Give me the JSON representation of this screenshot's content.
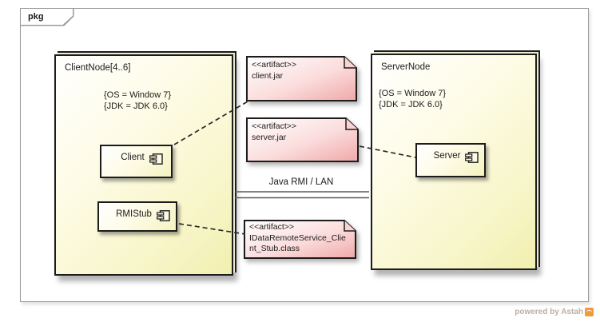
{
  "diagram": {
    "frame_label": "pkg",
    "connection_label": "Java RMI / LAN"
  },
  "client_node": {
    "title": "ClientNode[4..6]",
    "os_property": "{OS = Window 7}",
    "jdk_property": "{JDK = JDK 6.0}",
    "components": {
      "client": "Client",
      "rmistub": "RMIStub"
    }
  },
  "server_node": {
    "title": "ServerNode",
    "os_property": "{OS = Window 7}",
    "jdk_property": "{JDK = JDK 6.0}",
    "components": {
      "server": "Server"
    }
  },
  "artifacts": {
    "client_jar": {
      "stereotype": "<<artifact>>",
      "name": "client.jar"
    },
    "server_jar": {
      "stereotype": "<<artifact>>",
      "name": "server.jar"
    },
    "stub_class": {
      "stereotype": "<<artifact>>",
      "name": "IDataRemoteService_Client_Stub.class"
    }
  },
  "watermark": {
    "text": "powered by Astah"
  },
  "colors": {
    "node_fill": "#f4f2bc",
    "artifact_fill": "#f0a8a8",
    "shape_border": "#1c1c1c",
    "frame_border": "#9a9a9a",
    "watermark_text": "#b9b0a0",
    "watermark_icon": "#ee9c3e"
  }
}
